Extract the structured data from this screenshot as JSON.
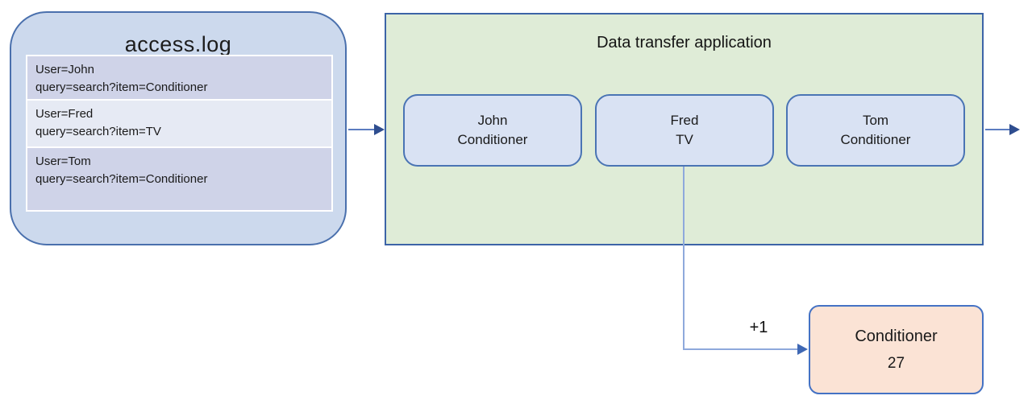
{
  "diagram": {
    "access_log": {
      "title": "access.log",
      "entries": [
        {
          "user": "User=John",
          "query": "query=search?item=Conditioner"
        },
        {
          "user": "User=Fred",
          "query": "query=search?item=TV"
        },
        {
          "user": "User=Tom",
          "query": "query=search?item=Conditioner"
        }
      ]
    },
    "app": {
      "title": "Data transfer application",
      "items": [
        {
          "user": "John",
          "item": "Conditioner"
        },
        {
          "user": "Fred",
          "item": "TV"
        },
        {
          "user": "Tom",
          "item": "Conditioner"
        }
      ]
    },
    "counter": {
      "label": "Conditioner",
      "value": "27"
    },
    "edge_label": "+1",
    "colors": {
      "accesslog_fill": "#ccd9ed",
      "accesslog_border": "#4a70ad",
      "log_row_dark": "#cfd3e8",
      "log_row_light": "#e6eaf4",
      "app_fill": "#dfecd7",
      "app_border": "#3c64a7",
      "user_item_fill": "#d9e2f3",
      "user_item_border": "#4a74b4",
      "counter_fill": "#fbe3d5",
      "counter_border": "#4472c4",
      "connector_line": "#5b7cc0",
      "connector_elbow": "#8ea9dc",
      "arrowhead": "#2e4d8f"
    }
  }
}
